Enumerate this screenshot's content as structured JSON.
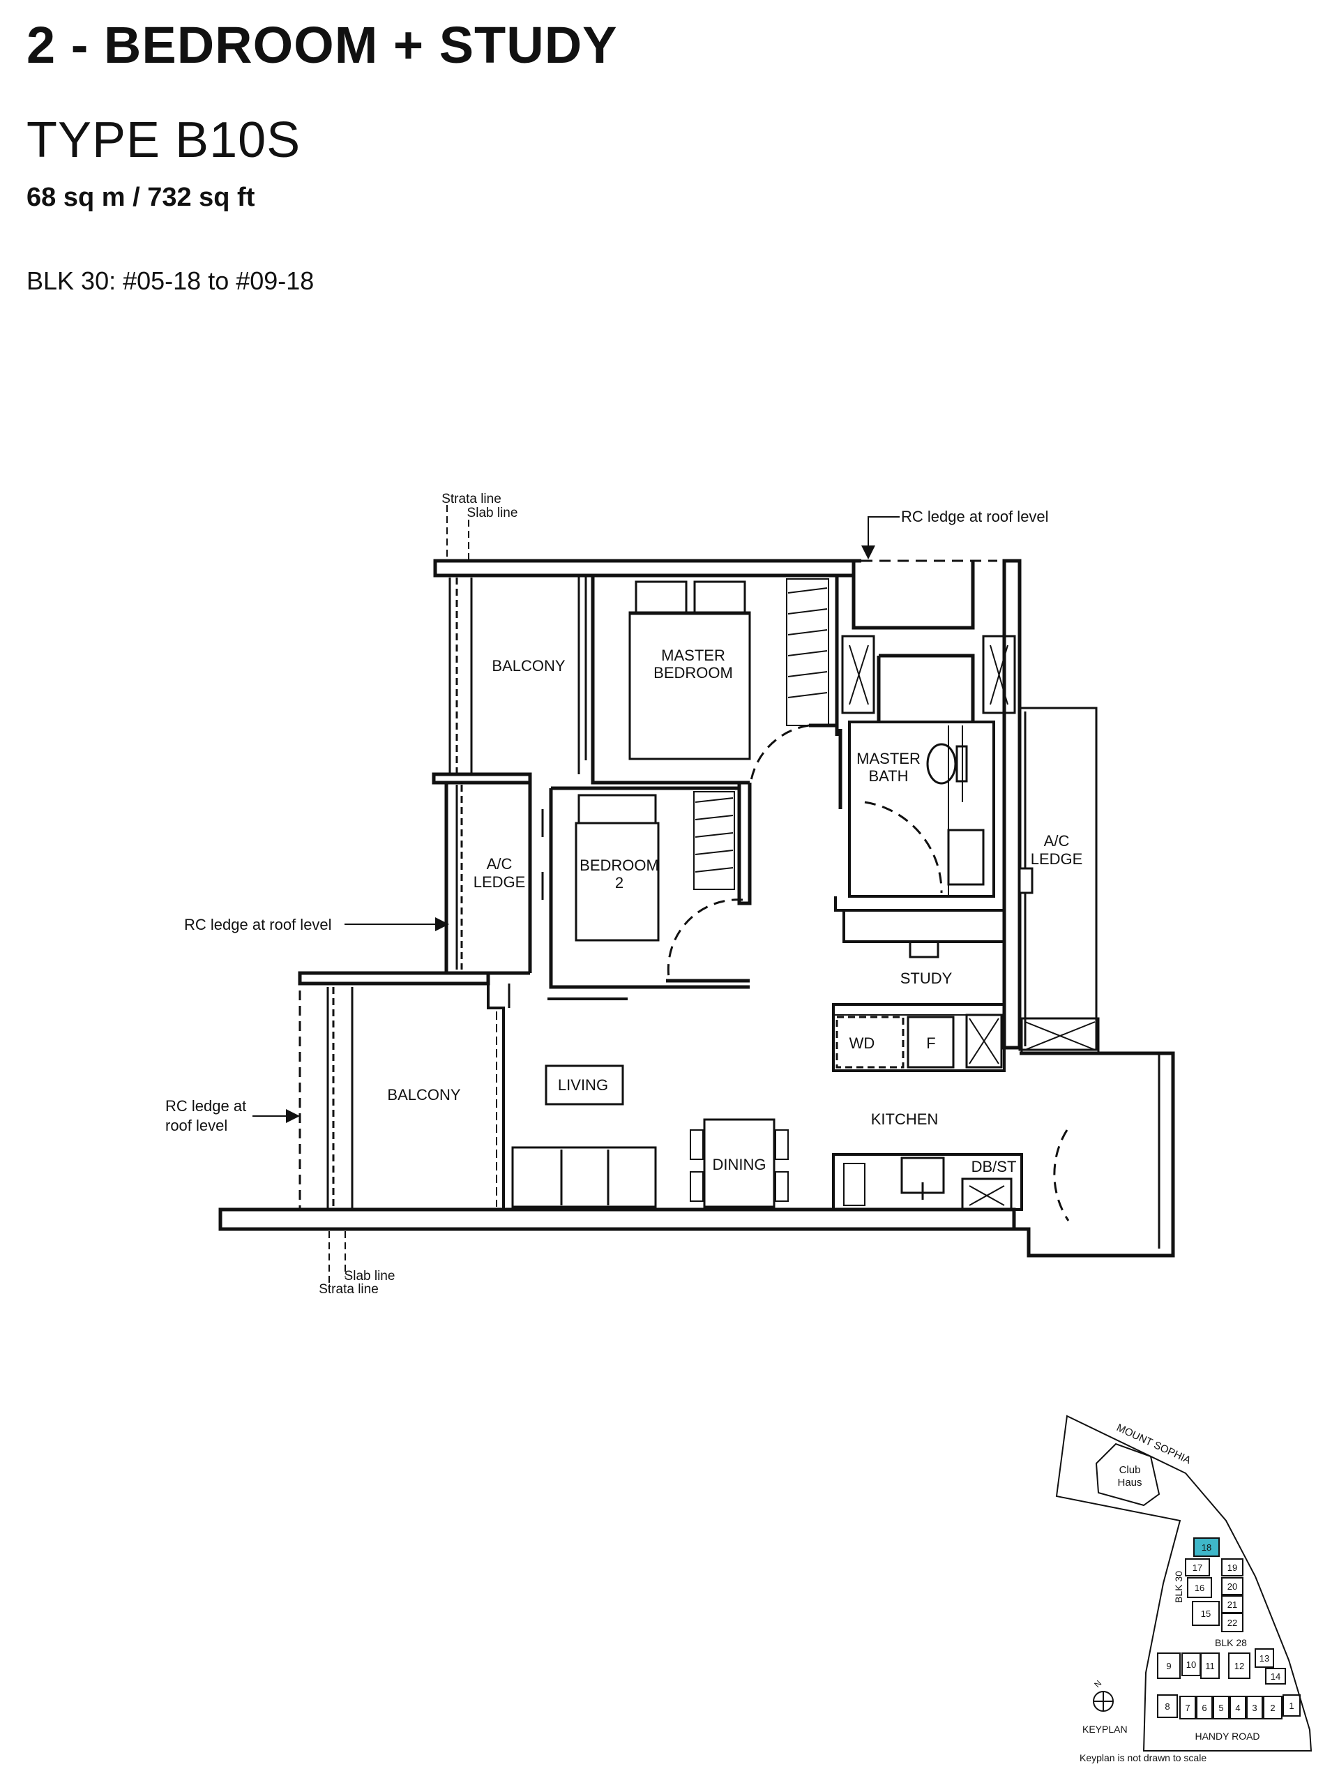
{
  "header": {
    "title": "2 - BEDROOM + STUDY",
    "type": "TYPE B10S",
    "area": "68 sq m / 732 sq ft",
    "units": "BLK 30: #05-18 to #09-18"
  },
  "plan": {
    "rooms": {
      "balcony_top": "BALCONY",
      "master_bedroom_1": "MASTER",
      "master_bedroom_2": "BEDROOM",
      "master_bath_1": "MASTER",
      "master_bath_2": "BATH",
      "ac_ledge_left_1": "A/C",
      "ac_ledge_left_2": "LEDGE",
      "bedroom2_1": "BEDROOM",
      "bedroom2_2": "2",
      "ac_ledge_right_1": "A/C",
      "ac_ledge_right_2": "LEDGE",
      "study": "STUDY",
      "wd": "WD",
      "fridge": "F",
      "balcony_bottom": "BALCONY",
      "living": "LIVING",
      "dining": "DINING",
      "kitchen": "KITCHEN",
      "dbst": "DB/ST"
    },
    "annotations": {
      "strata_top": "Strata line",
      "slab_top": "Slab line",
      "rc_ledge_top": "RC ledge at roof level",
      "rc_ledge_mid": "RC ledge at roof level",
      "rc_ledge_bottom_1": "RC ledge at",
      "rc_ledge_bottom_2": "roof level",
      "slab_bottom": "Slab line",
      "strata_bottom": "Strata line"
    }
  },
  "keyplan": {
    "road_top": "MOUNT SOPHIA",
    "clubhouse_1": "Club",
    "clubhouse_2": "Haus",
    "blk30": "BLK 30",
    "blk28": "BLK 28",
    "road_bottom": "HANDY ROAD",
    "north": "N",
    "label": "KEYPLAN",
    "note": "Keyplan is not drawn to scale",
    "highlight_color": "#3fb7c9",
    "units_blk30": [
      "18",
      "17",
      "19",
      "16",
      "20",
      "21",
      "15",
      "22"
    ],
    "units_blk28": [
      "9",
      "10",
      "11",
      "12",
      "13",
      "14",
      "8",
      "7",
      "6",
      "5",
      "4",
      "3",
      "2",
      "1"
    ]
  }
}
